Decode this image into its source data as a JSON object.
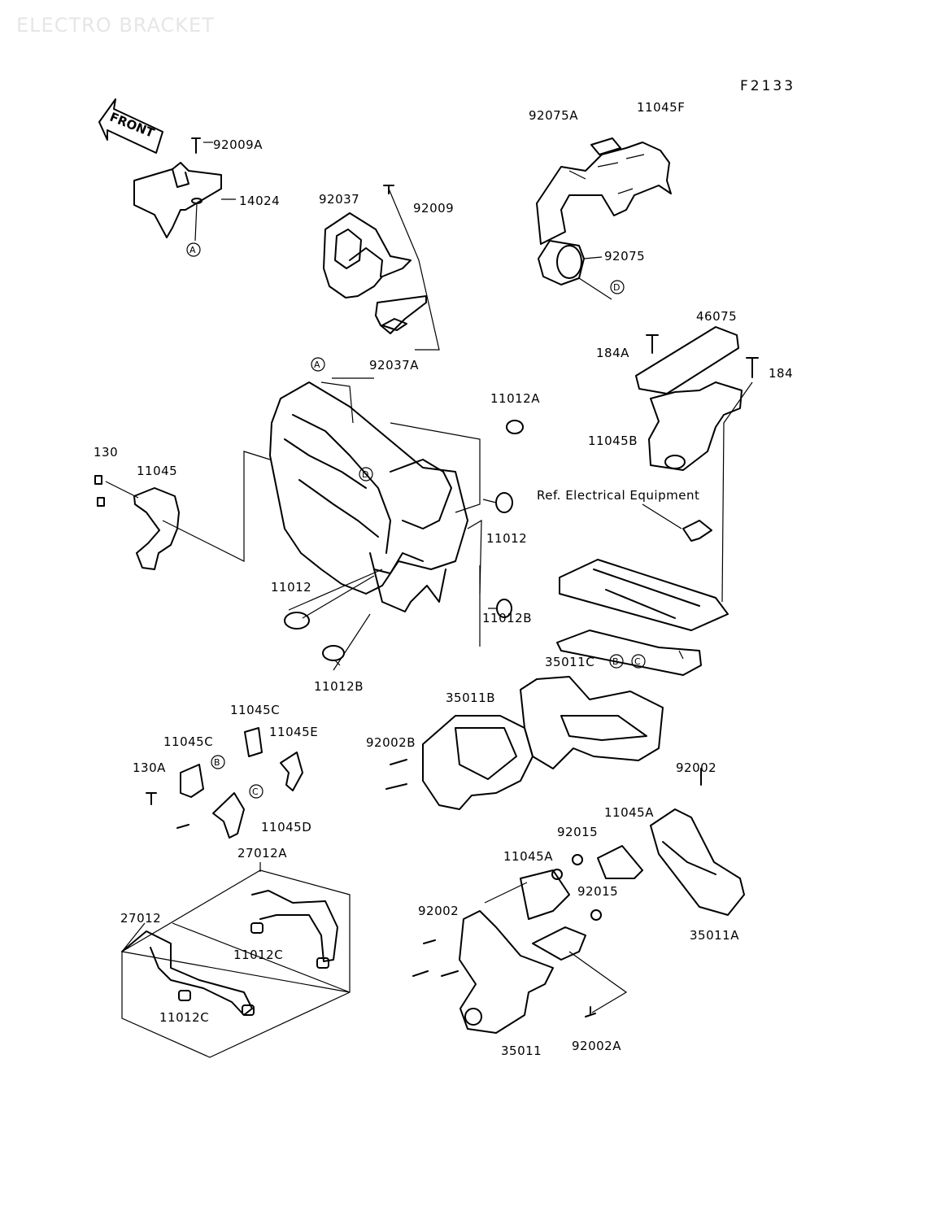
{
  "title": "ELECTRO BRACKET",
  "figure_code": "F2133",
  "front_arrow": "FRONT",
  "ref_note": "Ref. Electrical Equipment",
  "markers": {
    "a": "A",
    "b": "B",
    "c": "C",
    "d": "D"
  },
  "parts": {
    "p92009A": "92009A",
    "p14024": "14024",
    "p92037": "92037",
    "p92009": "92009",
    "p92037A": "92037A",
    "p92075A": "92075A",
    "p11045F": "11045F",
    "p92075": "92075",
    "p46075": "46075",
    "p184A": "184A",
    "p184": "184",
    "p11045B": "11045B",
    "p11012A": "11012A",
    "p130": "130",
    "p11045": "11045",
    "p11012_right": "11012",
    "p11012_left": "11012",
    "p11012B_right": "11012B",
    "p11012B_bottom": "11012B",
    "p35011C": "35011C",
    "p35011B": "35011B",
    "p92002B": "92002B",
    "p11045C_top": "11045C",
    "p11045C": "11045C",
    "p11045E": "11045E",
    "p130A": "130A",
    "p11045D": "11045D",
    "p92002_right": "92002",
    "p11045A_right": "11045A",
    "p92015_top": "92015",
    "p11045A_left": "11045A",
    "p92015": "92015",
    "p92002_left": "92002",
    "p35011A": "35011A",
    "p27012A": "27012A",
    "p27012": "27012",
    "p11012C_right": "11012C",
    "p11012C_left": "11012C",
    "p35011": "35011",
    "p92002A": "92002A"
  }
}
